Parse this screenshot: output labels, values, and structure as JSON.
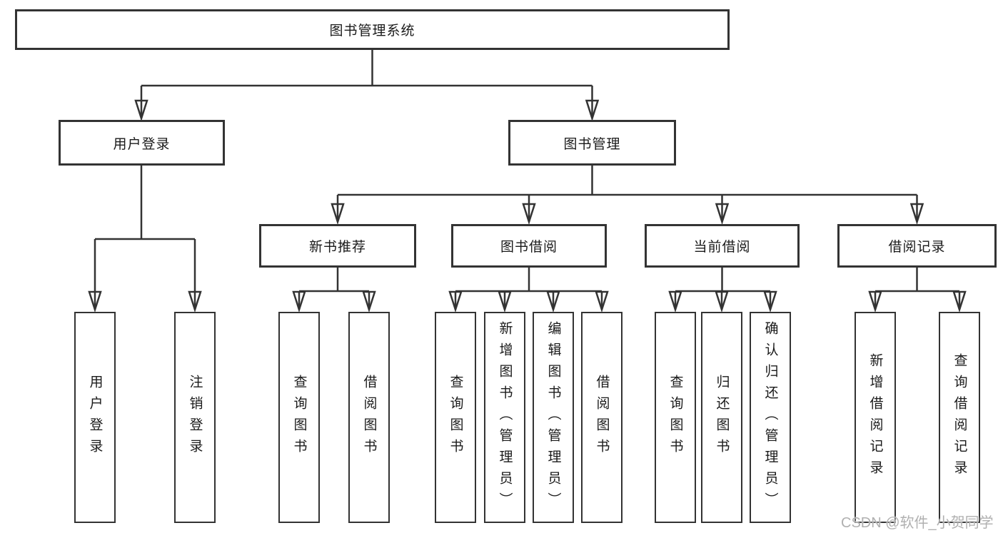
{
  "diagram_title": "图书管理系统",
  "nodes": {
    "root": {
      "label": "图书管理系统"
    },
    "level2": [
      {
        "label": "用户登录"
      },
      {
        "label": "图书管理"
      }
    ],
    "level3": [
      {
        "parent": "图书管理",
        "label": "新书推荐"
      },
      {
        "parent": "图书管理",
        "label": "图书借阅"
      },
      {
        "parent": "图书管理",
        "label": "当前借阅"
      },
      {
        "parent": "图书管理",
        "label": "借阅记录"
      }
    ],
    "leaves": [
      {
        "parent": "用户登录",
        "label": "用户登录"
      },
      {
        "parent": "用户登录",
        "label": "注销登录"
      },
      {
        "parent": "新书推荐",
        "label": "查询图书"
      },
      {
        "parent": "新书推荐",
        "label": "借阅图书"
      },
      {
        "parent": "图书借阅",
        "label": "查询图书"
      },
      {
        "parent": "图书借阅",
        "label": "新增图书（管理员）"
      },
      {
        "parent": "图书借阅",
        "label": "编辑图书（管理员）"
      },
      {
        "parent": "图书借阅",
        "label": "借阅图书"
      },
      {
        "parent": "当前借阅",
        "label": "查询图书"
      },
      {
        "parent": "当前借阅",
        "label": "归还图书"
      },
      {
        "parent": "当前借阅",
        "label": "确认归还（管理员）"
      },
      {
        "parent": "借阅记录",
        "label": "新增借阅记录"
      },
      {
        "parent": "借阅记录",
        "label": "查询借阅记录"
      }
    ]
  },
  "watermark": "CSDN @软件_小贺同学",
  "colors": {
    "line": "#333333",
    "text": "#1a1a1a",
    "box_bg": "#ffffff",
    "watermark": "#b0b0b0"
  }
}
